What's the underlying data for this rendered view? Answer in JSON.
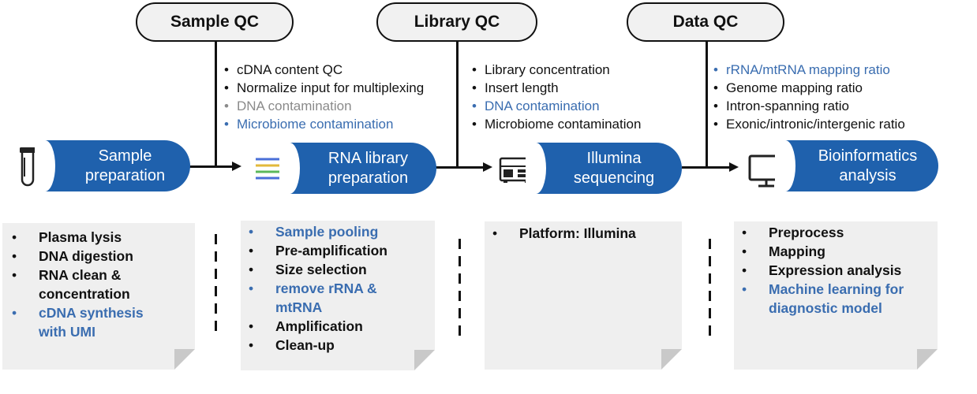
{
  "qc": [
    {
      "label": "Sample QC",
      "items": [
        {
          "text": "cDNA content QC",
          "color": "#111111"
        },
        {
          "text": "Normalize input for multiplexing",
          "color": "#111111"
        },
        {
          "text": "DNA contamination",
          "color": "#8a8a8a"
        },
        {
          "text": "Microbiome contamination",
          "color": "#3a6db0"
        }
      ]
    },
    {
      "label": "Library QC",
      "items": [
        {
          "text": "Library concentration",
          "color": "#111111"
        },
        {
          "text": "Insert length",
          "color": "#111111"
        },
        {
          "text": "DNA contamination",
          "color": "#3a6db0"
        },
        {
          "text": "Microbiome contamination",
          "color": "#111111"
        }
      ]
    },
    {
      "label": "Data QC",
      "items": [
        {
          "text": "rRNA/mtRNA mapping ratio",
          "color": "#3a6db0"
        },
        {
          "text": "Genome mapping ratio",
          "color": "#111111"
        },
        {
          "text": "Intron-spanning ratio",
          "color": "#111111"
        },
        {
          "text": "Exonic/intronic/intergenic ratio",
          "color": "#111111"
        }
      ]
    }
  ],
  "stages": [
    {
      "line1": "Sample",
      "line2": "preparation",
      "icon": "test-tube-icon"
    },
    {
      "line1": "RNA library",
      "line2": "preparation",
      "icon": "dna-fragments-icon"
    },
    {
      "line1": "Illumina",
      "line2": "sequencing",
      "icon": "sequencer-icon"
    },
    {
      "line1": "Bioinformatics",
      "line2": "analysis",
      "icon": "monitor-icon"
    }
  ],
  "steps": [
    [
      {
        "text": "Plasma lysis",
        "color": "#111111"
      },
      {
        "text": "DNA digestion",
        "color": "#111111"
      },
      {
        "text": "RNA clean & concentration",
        "color": "#111111"
      },
      {
        "text": "cDNA synthesis with UMI",
        "color": "#3a6db0"
      }
    ],
    [
      {
        "text": "Sample pooling",
        "color": "#3a6db0"
      },
      {
        "text": "Pre-amplification",
        "color": "#111111"
      },
      {
        "text": "Size selection",
        "color": "#111111"
      },
      {
        "text": "remove rRNA & mtRNA",
        "color": "#3a6db0"
      },
      {
        "text": "Amplification",
        "color": "#111111"
      },
      {
        "text": "Clean-up",
        "color": "#111111"
      }
    ],
    [
      {
        "text": "Platform: Illumina",
        "color": "#111111"
      }
    ],
    [
      {
        "text": "Preprocess",
        "color": "#111111"
      },
      {
        "text": "Mapping",
        "color": "#111111"
      },
      {
        "text": "Expression analysis",
        "color": "#111111"
      },
      {
        "text": "Machine learning for diagnostic model",
        "color": "#3a6db0"
      }
    ]
  ],
  "colors": {
    "pill": "#1f61ad",
    "highlight": "#3a6db0",
    "muted": "#8a8a8a",
    "note_bg": "#efefef"
  }
}
